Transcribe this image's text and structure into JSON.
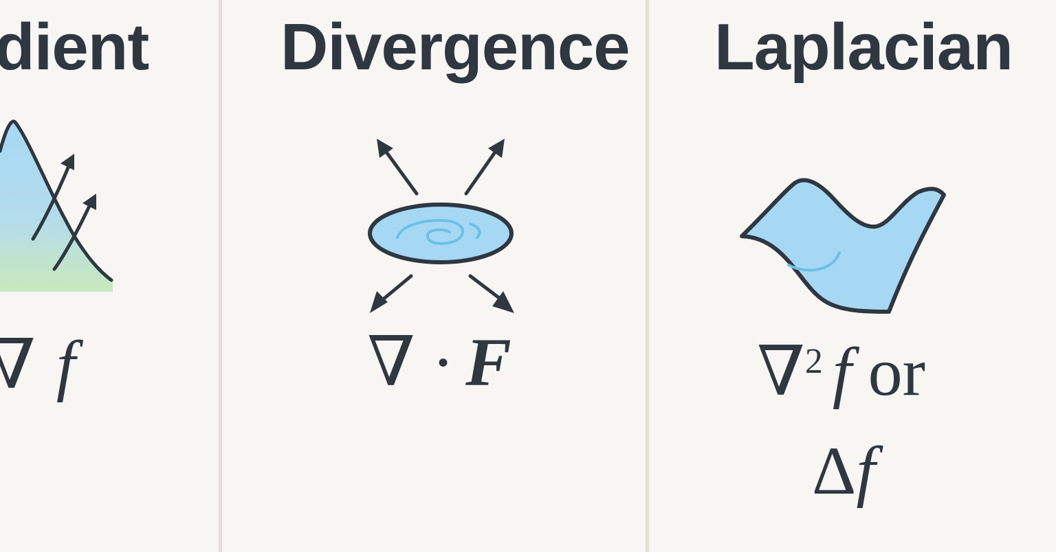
{
  "panels": [
    {
      "id": "gradient",
      "title": "dient",
      "formula": {
        "operator": "∇",
        "operand": "f"
      }
    },
    {
      "id": "divergence",
      "title": "Divergence",
      "formula": {
        "operator": "∇",
        "dot": "·",
        "operand": "F"
      }
    },
    {
      "id": "laplacian",
      "title": "Laplacian",
      "formula": {
        "line1": {
          "operator": "∇",
          "exponent": "2",
          "operand": "f",
          "connector": "or"
        },
        "line2": {
          "operator": "Δ",
          "operand": "f"
        }
      }
    }
  ],
  "colors": {
    "background": "#f8f6f3",
    "divider": "#e2ddd7",
    "ink": "#2f3740",
    "fill_blue": "#a6d8f4",
    "fill_green": "#c9e8bd",
    "swirl_blue": "#6cc0e6"
  },
  "icons": [
    "hill-curve-icon",
    "outward-arrows-icon",
    "disk-swirl-icon",
    "curved-surface-icon"
  ]
}
